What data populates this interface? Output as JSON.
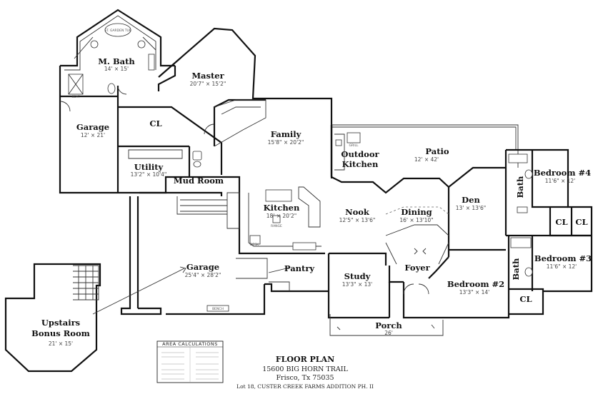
{
  "title_block": {
    "title": "FLOOR PLAN",
    "street": "15600 BIG HORN TRAIL",
    "city": "Frisco, Tx 75035",
    "lot": "Lot 18, CUSTER CREEK FARMS ADDITION PH. II"
  },
  "area_table": {
    "heading": "AREA CALCULATIONS"
  },
  "rooms": {
    "master_bath": {
      "name": "M. Bath",
      "dim": "14' × 15'"
    },
    "master": {
      "name": "Master",
      "dim": "20'7\" × 15'2\""
    },
    "garage_small": {
      "name": "Garage",
      "dim": "12' × 21'"
    },
    "closet_master": {
      "name": "CL"
    },
    "utility": {
      "name": "Utility",
      "dim": "13'2\" × 10'4\""
    },
    "mud_room": {
      "name": "Mud Room"
    },
    "family": {
      "name": "Family",
      "dim": "15'8\" × 20'2\""
    },
    "outdoor_kitchen": {
      "name1": "Outdoor",
      "name2": "Kitchen"
    },
    "patio": {
      "name": "Patio",
      "dim": "12' × 42'"
    },
    "kitchen": {
      "name": "Kitchen",
      "dim": "18' × 20'2\""
    },
    "nook": {
      "name": "Nook",
      "dim": "12'5\" × 13'6\""
    },
    "dining": {
      "name": "Dining",
      "dim": "16' × 13'10\""
    },
    "den": {
      "name": "Den",
      "dim": "13' × 13'6\""
    },
    "bedroom4": {
      "name": "Bedroom #4",
      "dim": "11'6\" × 12'"
    },
    "bath_upper": {
      "name": "Bath"
    },
    "closet_a": {
      "name": "CL"
    },
    "closet_b": {
      "name": "CL"
    },
    "bedroom3": {
      "name": "Bedroom #3",
      "dim": "11'6\" × 12'"
    },
    "bath_lower": {
      "name": "Bath"
    },
    "closet_c": {
      "name": "CL"
    },
    "garage_main": {
      "name": "Garage",
      "dim": "25'4\" × 28'2\""
    },
    "pantry": {
      "name": "Pantry"
    },
    "study": {
      "name": "Study",
      "dim": "13'3\" × 13'"
    },
    "foyer": {
      "name": "Foyer"
    },
    "bedroom2": {
      "name": "Bedroom #2",
      "dim": "13'3\" × 14'"
    },
    "porch": {
      "name": "Porch",
      "dim": "26'"
    },
    "bonus": {
      "name1": "Upstairs",
      "name2": "Bonus Room",
      "dim": "21' × 15'"
    }
  },
  "fixture_labels": {
    "tub": "ST. GARDEN TUB",
    "seat": "SEAT",
    "desk": "DESK",
    "bench": "BENCH",
    "grill": "GRILL",
    "range": "RANGE"
  }
}
